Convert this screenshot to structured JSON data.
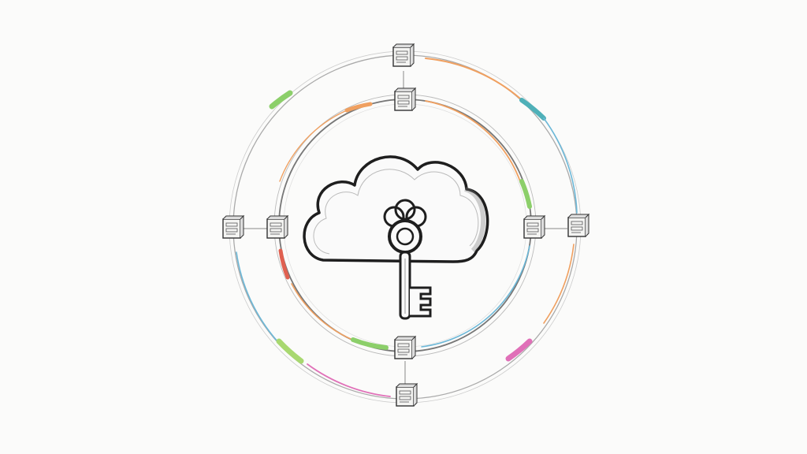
{
  "illustration": {
    "style": "pencil-sketch",
    "center_icon": "cloud-icon",
    "key_icon": "key-icon",
    "node_icon": "server-box-icon",
    "rings": 2,
    "nodes_per_ring": 4,
    "colors": {
      "background": "#fbfbfa",
      "stroke": "#2a2a2a",
      "ring": "#9a9a9a",
      "orange": "#f0a060",
      "green": "#8ccf6a",
      "blue": "#6cb8d8",
      "teal": "#4fb0b8",
      "red": "#e06050",
      "pink": "#e070b8"
    }
  }
}
